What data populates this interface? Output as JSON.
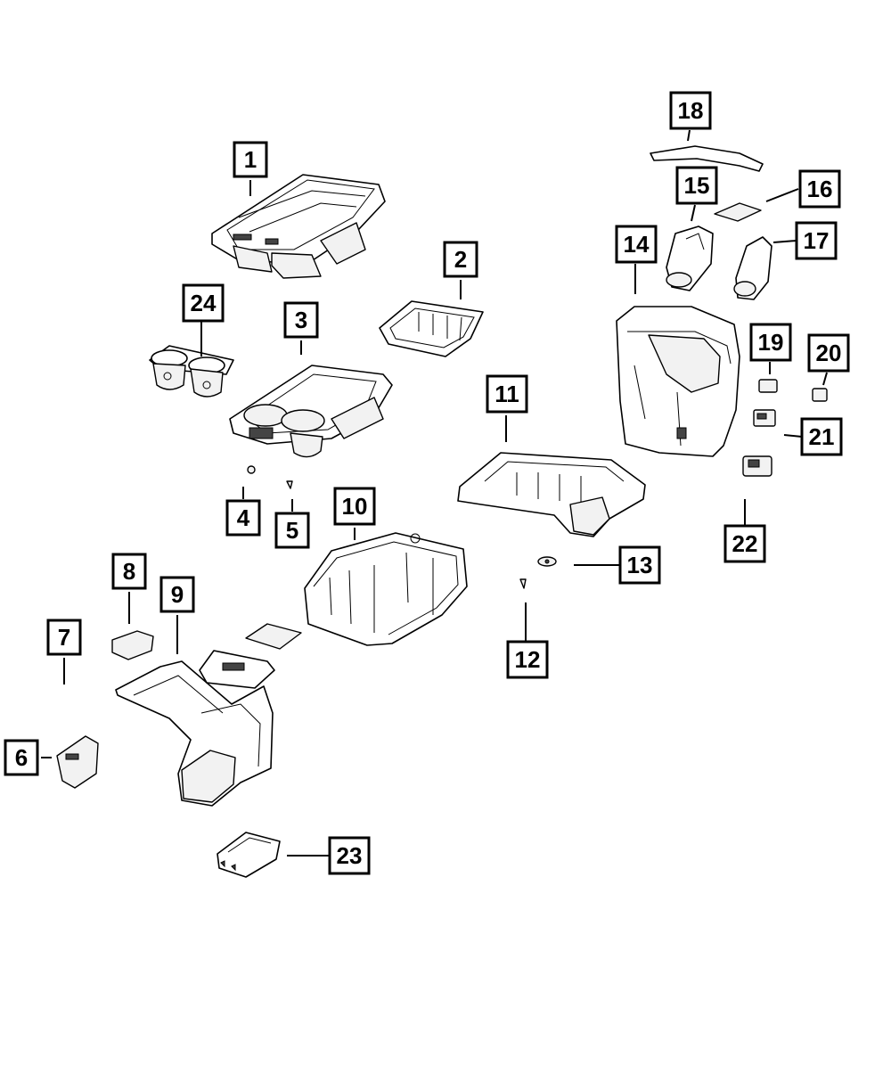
{
  "diagram": {
    "callouts": [
      {
        "id": "callout-1",
        "label": "1"
      },
      {
        "id": "callout-2",
        "label": "2"
      },
      {
        "id": "callout-3",
        "label": "3"
      },
      {
        "id": "callout-4",
        "label": "4"
      },
      {
        "id": "callout-5",
        "label": "5"
      },
      {
        "id": "callout-6",
        "label": "6"
      },
      {
        "id": "callout-7",
        "label": "7"
      },
      {
        "id": "callout-8",
        "label": "8"
      },
      {
        "id": "callout-9",
        "label": "9"
      },
      {
        "id": "callout-10",
        "label": "10"
      },
      {
        "id": "callout-11",
        "label": "11"
      },
      {
        "id": "callout-12",
        "label": "12"
      },
      {
        "id": "callout-13",
        "label": "13"
      },
      {
        "id": "callout-14",
        "label": "14"
      },
      {
        "id": "callout-15",
        "label": "15"
      },
      {
        "id": "callout-16",
        "label": "16"
      },
      {
        "id": "callout-17",
        "label": "17"
      },
      {
        "id": "callout-18",
        "label": "18"
      },
      {
        "id": "callout-19",
        "label": "19"
      },
      {
        "id": "callout-20",
        "label": "20"
      },
      {
        "id": "callout-21",
        "label": "21"
      },
      {
        "id": "callout-22",
        "label": "22"
      },
      {
        "id": "callout-23",
        "label": "23"
      },
      {
        "id": "callout-24",
        "label": "24"
      }
    ]
  }
}
